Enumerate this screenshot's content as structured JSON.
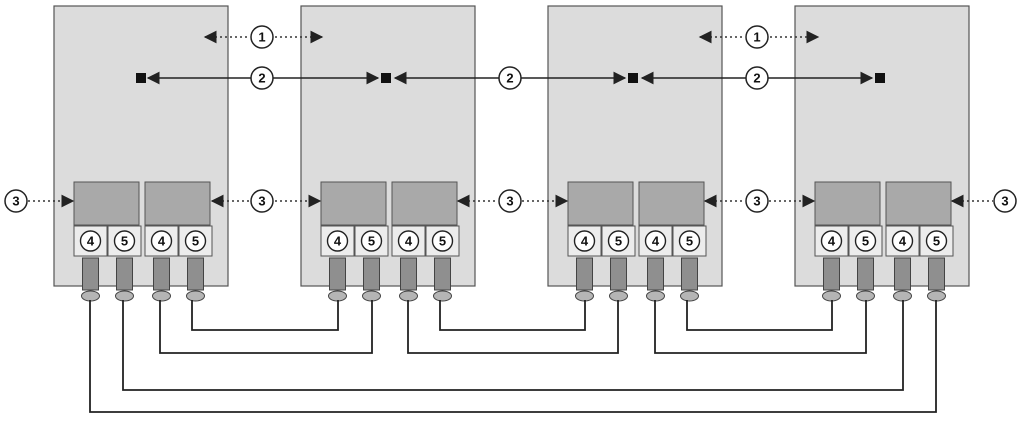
{
  "callouts": {
    "c1": "1",
    "c2": "2",
    "c3": "3",
    "c4": "4",
    "c5": "5"
  },
  "colors": {
    "unit_fill": "#dcdcdc",
    "unit_stroke": "#555555",
    "module_fill": "#a9a9a9",
    "port_fill": "#ececec",
    "connector_fill": "#8f8f8f",
    "line": "#222222",
    "dotted": "#333333"
  }
}
